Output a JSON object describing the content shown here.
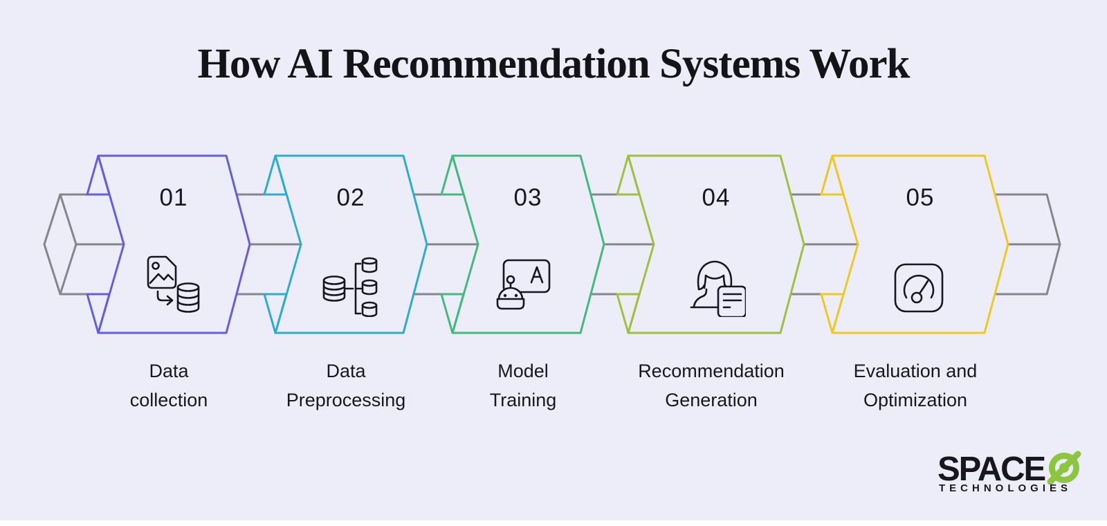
{
  "title": "How AI Recommendation Systems Work",
  "colors": {
    "background": "#EDECF9",
    "beam": "#85858B",
    "icon": "#16161E",
    "text": "#17171F",
    "logo_green": "#8CC63F",
    "step1": "#655BE4",
    "step2": "#2BADD3",
    "step3": "#42BA7A",
    "step4": "#9EC13D",
    "step5": "#EDC922"
  },
  "steps": [
    {
      "number": "01",
      "label_line1": "Data",
      "label_line2": "collection",
      "color": "#655BE4",
      "icon": "image-to-database-icon"
    },
    {
      "number": "02",
      "label_line1": "Data",
      "label_line2": "Preprocessing",
      "color": "#2BADD3",
      "icon": "database-split-icon"
    },
    {
      "number": "03",
      "label_line1": "Model",
      "label_line2": "Training",
      "color": "#42BA7A",
      "icon": "robot-learning-icon"
    },
    {
      "number": "04",
      "label_line1": "Recommendation",
      "label_line2": "Generation",
      "color": "#9EC13D",
      "icon": "person-with-list-icon"
    },
    {
      "number": "05",
      "label_line1": "Evaluation and",
      "label_line2": "Optimization",
      "color": "#EDC922",
      "icon": "gauge-icon"
    }
  ],
  "logo": {
    "name": "SPACE",
    "sub": "TECHNOLOGIES"
  }
}
